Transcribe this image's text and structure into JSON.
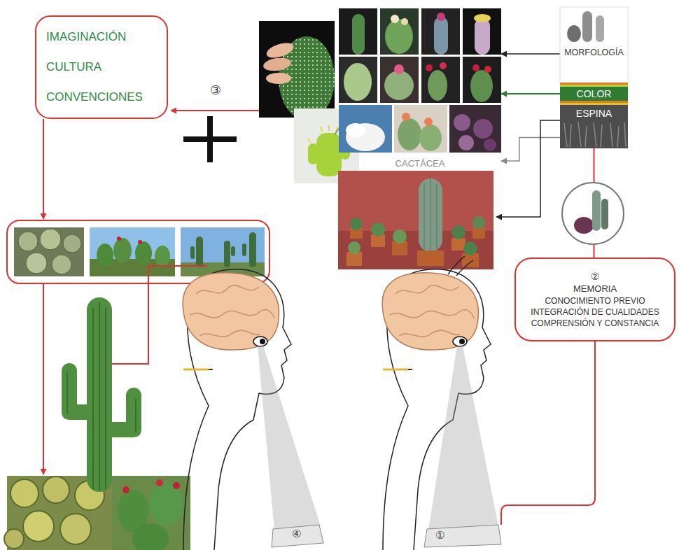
{
  "diagram": {
    "nodes": [
      {
        "text": [
          "IMAGINACIÓN",
          "CULTURA",
          "CONVENCIONES"
        ]
      },
      {
        "text": [
          "CACTÁCEA"
        ]
      },
      {
        "text": [
          "MORFOLOGÍA"
        ]
      },
      {
        "text": [
          "COLOR"
        ]
      },
      {
        "text": [
          "ESPINA"
        ]
      },
      {
        "text": [
          "②",
          "MEMORIA",
          "CONOCIMIENTO PREVIO",
          "INTEGRACIÓN DE CUALIDADES",
          "COMPRENSIÓN Y CONSTANCIA"
        ]
      }
    ],
    "edges": [
      {
        "from": 2,
        "to": 1,
        "arrow": "to"
      },
      {
        "from": 3,
        "to": 1,
        "arrow": "to"
      },
      {
        "from": 4,
        "to": 1,
        "arrow": "to"
      },
      {
        "from": 4,
        "to": 5,
        "arrow": "none"
      }
    ],
    "labels": [
      "③",
      "④",
      "①"
    ]
  }
}
